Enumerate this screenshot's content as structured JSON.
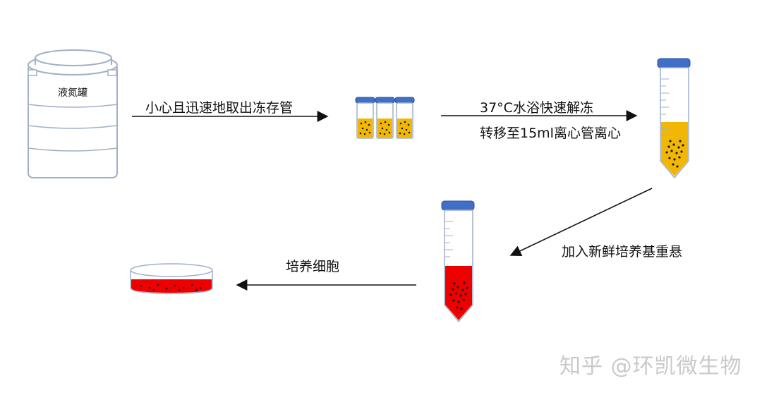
{
  "tank": {
    "label": "液氮罐"
  },
  "steps": {
    "step1": "小心且迅速地取出冻存管",
    "step2_line1": "37°C水浴快速解冻",
    "step2_line2": "转移至15ml离心管离心",
    "step3": "加入新鲜培养基重悬",
    "step4": "培养细胞"
  },
  "watermark": "知乎 @环凯微生物",
  "colors": {
    "arrow": "#111111",
    "vessel_outline": "#9fb0c8",
    "cap_blue": "#3f6fc6",
    "frozen_yellow": "#f2b705",
    "medium_red": "#ee0000",
    "cell_dot": "#1a1a1a"
  }
}
